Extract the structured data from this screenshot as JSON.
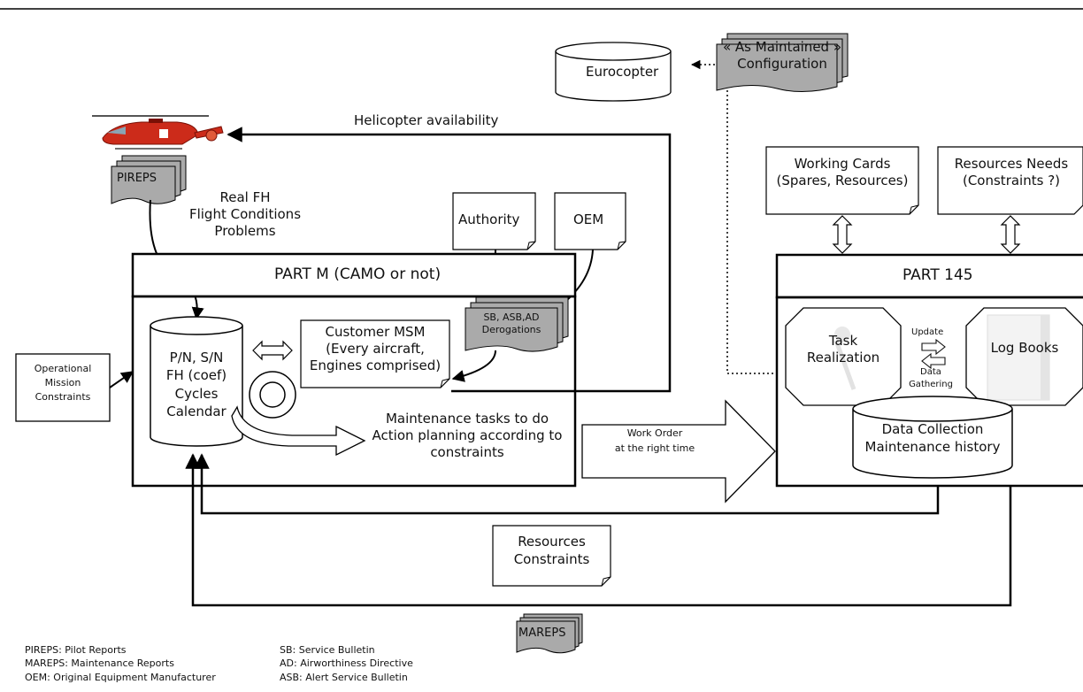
{
  "top_external": {
    "eurocopter": "Eurocopter",
    "as_maintained": [
      "« As Maintained »",
      "Configuration"
    ]
  },
  "helicopter_availability": "Helicopter availability",
  "pireps": "PIREPS",
  "pilot_inputs": [
    "Real FH",
    "Flight Conditions",
    "Problems"
  ],
  "authority": "Authority",
  "oem": "OEM",
  "working_cards": [
    "Working Cards",
    "(Spares, Resources)"
  ],
  "resources_needs": [
    "Resources Needs",
    "(Constraints ?)"
  ],
  "part_m": {
    "title": "PART M (CAMO or not)",
    "database": [
      "P/N, S/N",
      "FH (coef)",
      "Cycles",
      "Calendar"
    ],
    "customer_msm": [
      "Customer MSM",
      "(Every aircraft,",
      "Engines comprised)"
    ],
    "bulletins": [
      "SB, ASB,AD",
      "Derogations"
    ],
    "maintenance_tasks": [
      "Maintenance tasks to do",
      "Action planning according to",
      "constraints"
    ]
  },
  "operational_constraints": [
    "Operational",
    "Mission",
    "Constraints"
  ],
  "work_order": [
    "Work Order",
    "at the right time"
  ],
  "part_145": {
    "title": "PART 145",
    "task_realization": [
      "Task",
      "Realization"
    ],
    "update": "Update",
    "data_gathering": [
      "Data",
      "Gathering"
    ],
    "log_books": "Log Books",
    "data_collection": [
      "Data Collection",
      "Maintenance history"
    ]
  },
  "resources_constraints": [
    "Resources",
    "Constraints"
  ],
  "mareps": "MAREPS",
  "legend": [
    "PIREPS: Pilot Reports",
    "MAREPS: Maintenance Reports",
    "OEM: Original Equipment Manufacturer",
    "SB: Service Bulletin",
    "AD: Airworthiness Directive",
    "ASB: Alert Service Bulletin"
  ]
}
